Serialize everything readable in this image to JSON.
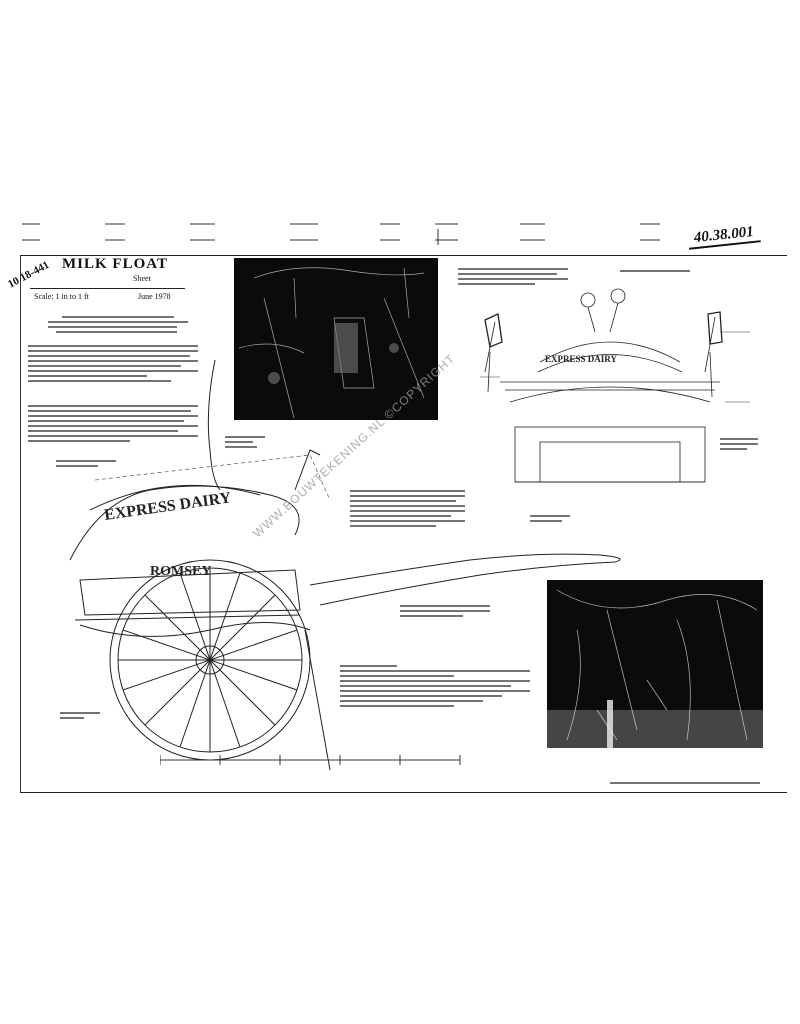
{
  "sheet": {
    "title": "MILK FLOAT",
    "sheet_label": "Sheet",
    "scale": "Scale: 1 in to 1 ft",
    "date": "June 1978",
    "stamp": "10 18-441",
    "ref": "40.38.001",
    "heading_lines": [
      "",
      ""
    ]
  },
  "cart_lettering": {
    "top": "EXPRESS DAIRY",
    "middle": "",
    "bottom": "ROMSEY"
  },
  "watermark": "WWW.BOUWTEKENING.NL ©COPYRIGHT",
  "footer_caption": ""
}
